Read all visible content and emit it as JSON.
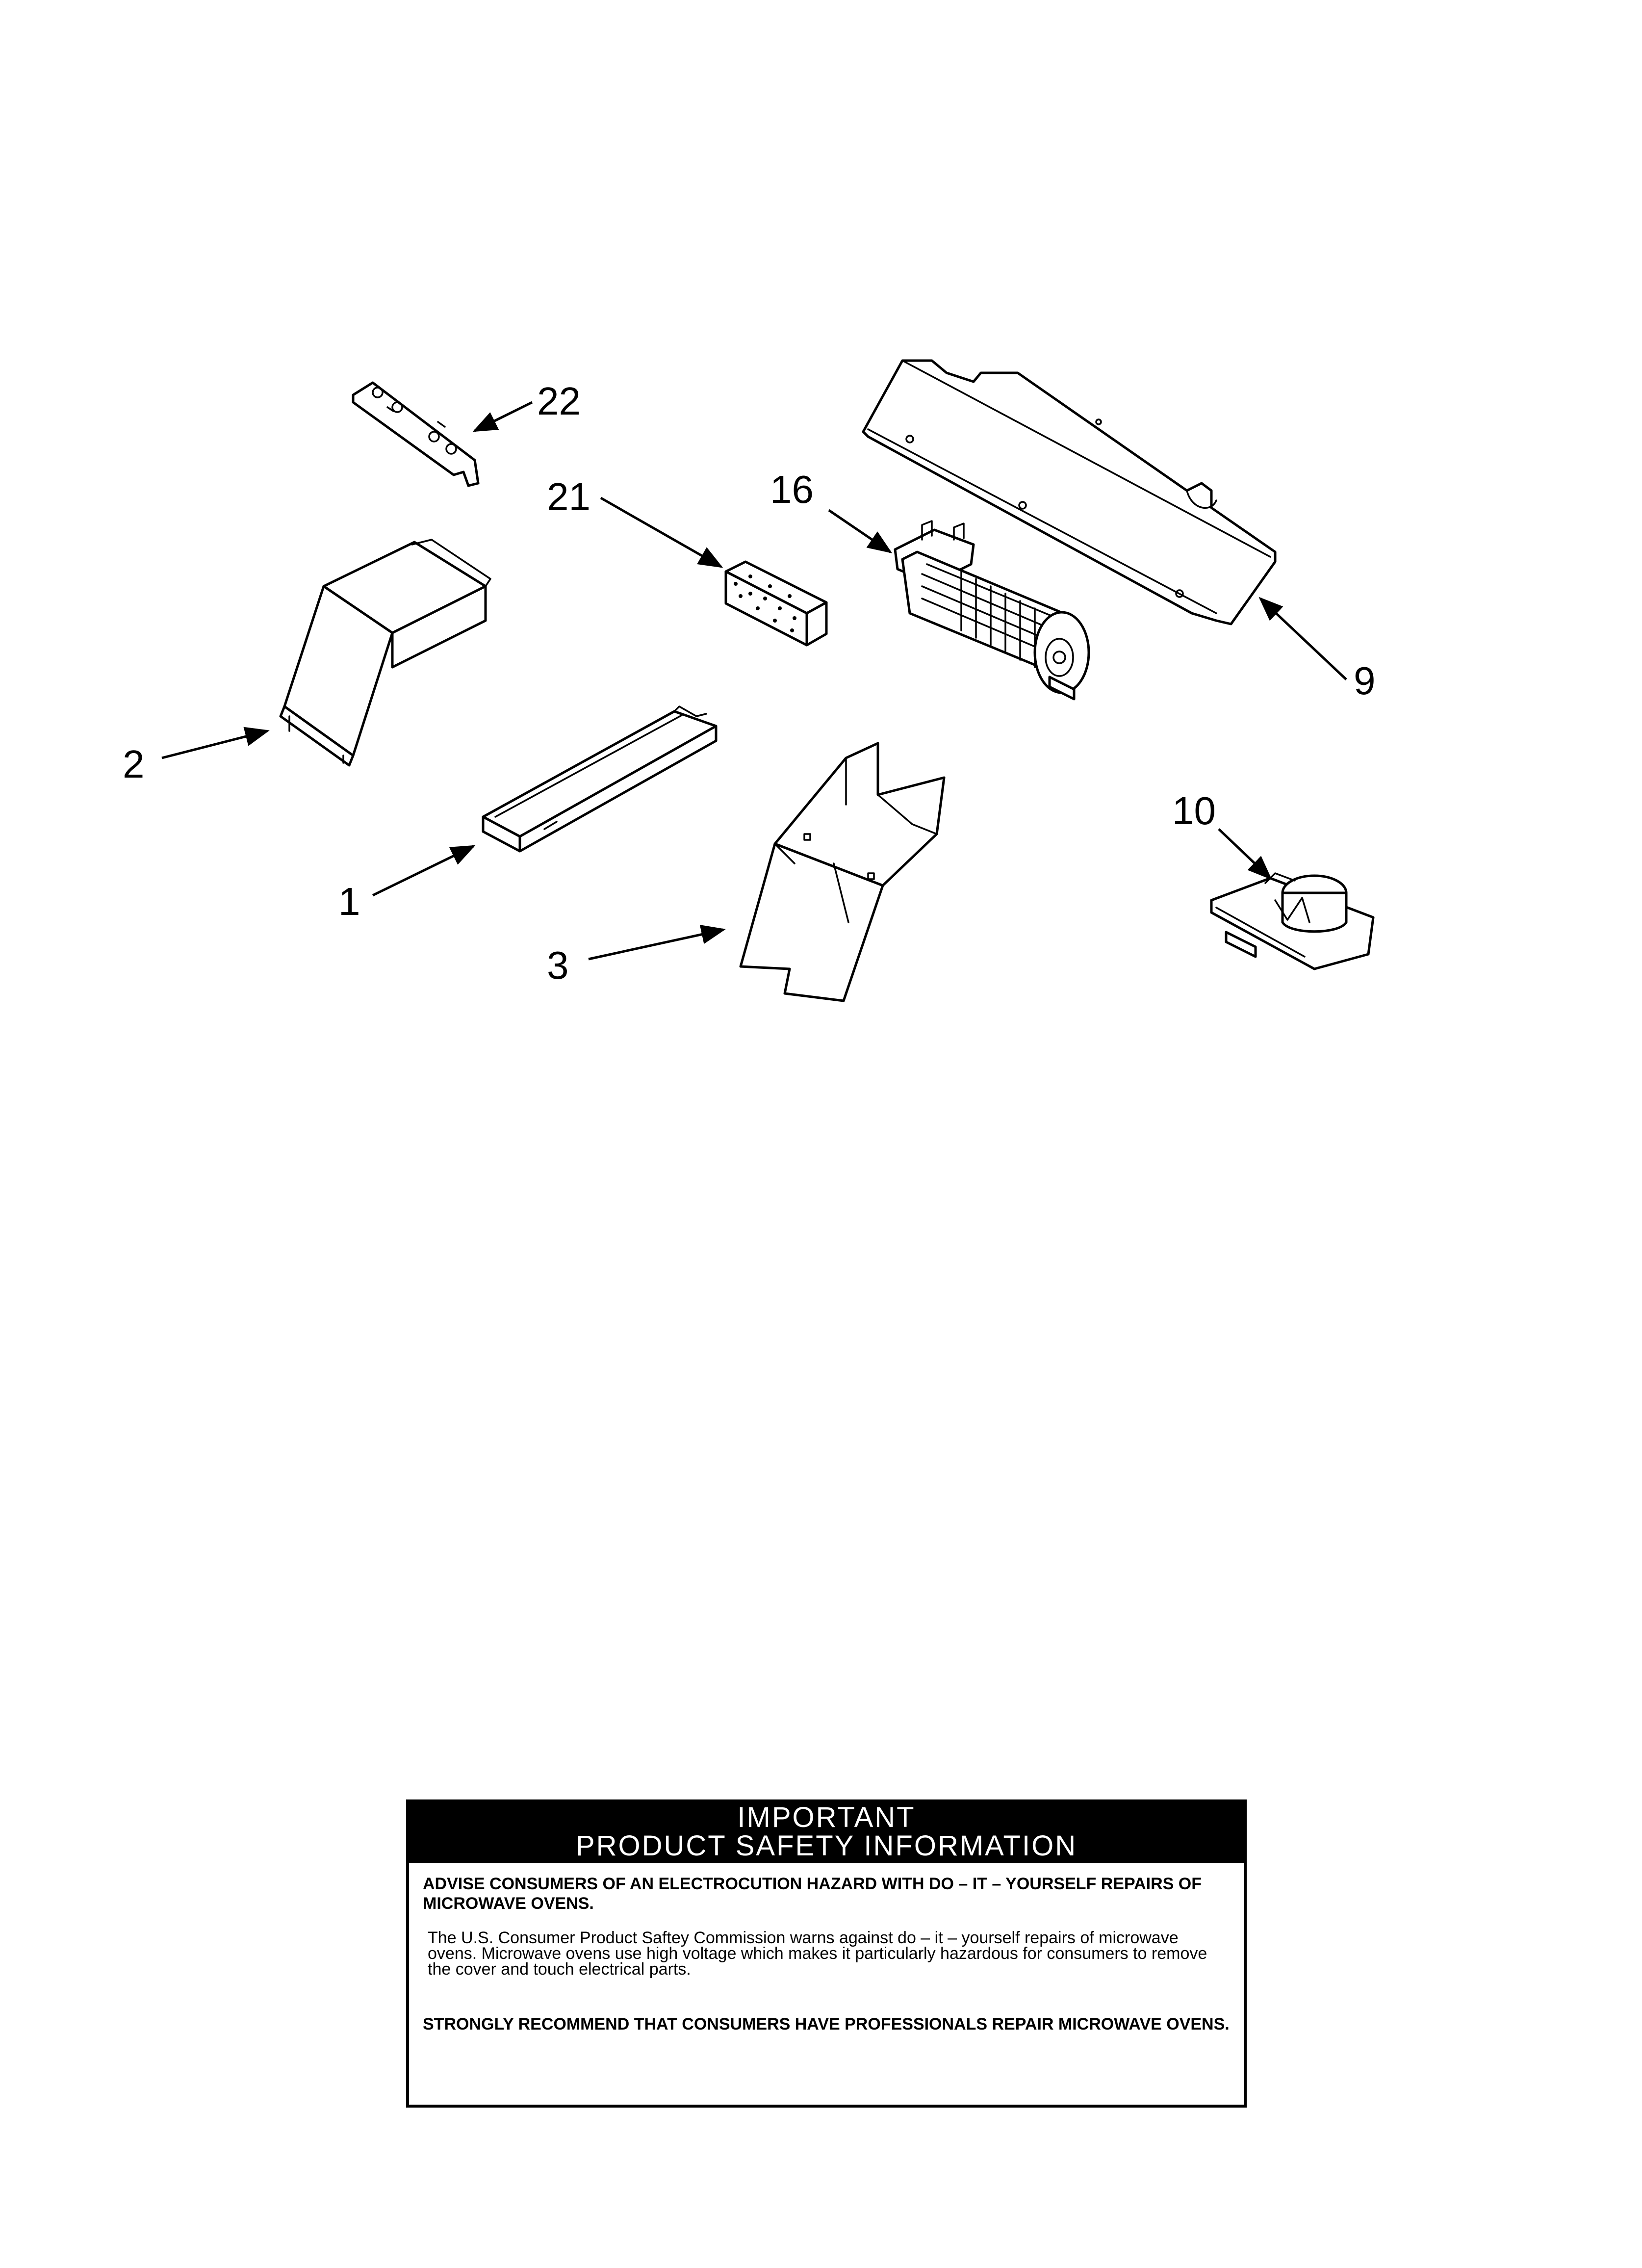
{
  "callouts": {
    "p22": "22",
    "p21": "21",
    "p16": "16",
    "p9": "9",
    "p2": "2",
    "p1": "1",
    "p10": "10",
    "p3": "3"
  },
  "safety": {
    "header_line1": "IMPORTANT",
    "header_line2": "PRODUCT  SAFETY  INFORMATION",
    "warning": "ADVISE CONSUMERS OF AN ELECTROCUTION HAZARD WITH DO – IT – YOURSELF REPAIRS OF MICROWAVE OVENS.",
    "note": "The U.S. Consumer Product Saftey Commission warns against do – it – yourself repairs of microwave ovens. Microwave ovens use high voltage which makes it particularly hazardous for consumers to remove the cover and touch electrical parts.",
    "recommendation": "STRONGLY RECOMMEND THAT CONSUMERS HAVE PROFESSIONALS REPAIR MICROWAVE OVENS."
  }
}
